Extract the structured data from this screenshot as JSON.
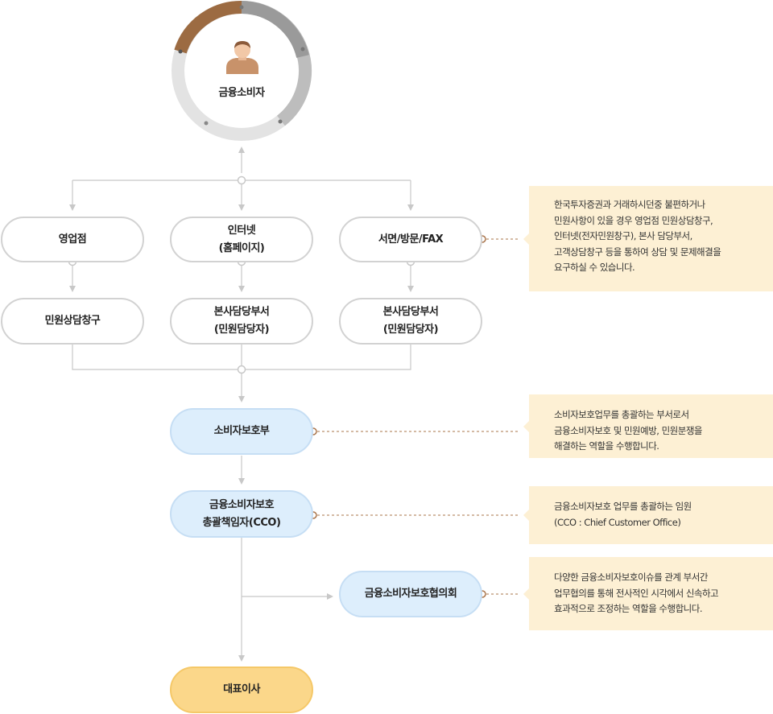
{
  "consumer": {
    "label": "금융소비자"
  },
  "channels": [
    {
      "lines": [
        "영업점"
      ]
    },
    {
      "lines": [
        "인터넷",
        "(홈페이지)"
      ]
    },
    {
      "lines": [
        "서면/방문/FAX"
      ]
    }
  ],
  "handlers": [
    {
      "lines": [
        "민원상담창구"
      ]
    },
    {
      "lines": [
        "본사담당부서",
        "(민원담당자)"
      ]
    },
    {
      "lines": [
        "본사담당부서",
        "(민원담당자)"
      ]
    }
  ],
  "protection_dept": {
    "lines": [
      "소비자보호부"
    ]
  },
  "cco": {
    "lines": [
      "금융소비자보호",
      "총괄책임자(CCO)"
    ]
  },
  "council": {
    "lines": [
      "금융소비자보호협의회"
    ]
  },
  "ceo": {
    "lines": [
      "대표이사"
    ]
  },
  "notes": [
    {
      "lines": [
        "한국투자증권과 거래하시던중 불편하거나",
        "민원사항이 있을 경우 영업점 민원상담창구,",
        "인터넷(전자민원창구), 본사 담당부서,",
        "고객상담창구 등을 통하여 상담 및 문제해결을",
        "요구하실 수 있습니다."
      ]
    },
    {
      "lines": [
        "소비자보호업무를 총괄하는 부서로서",
        "금융소비자보호 및 민원예방, 민원분쟁을",
        "해결하는 역할을 수행합니다."
      ]
    },
    {
      "lines": [
        "금융소비자보호 업무를 총괄하는 임원",
        "(CCO : Chief Customer Office)"
      ]
    },
    {
      "lines": [
        "다양한 금융소비자보호이슈를 관계 부서간",
        "업무협의를 통해 전사적인 시각에서 신속하고",
        "효과적으로 조정하는 역할을 수행합니다."
      ]
    }
  ],
  "colors": {
    "line": "#c8c8c8",
    "connector": "#a9744a",
    "note_bg": "#fdf0d4",
    "blue_fill": "#ddeefc",
    "ceo_fill": "#fbd78a",
    "ring_brown": "#9c6b42",
    "ring_gray": "#bdbdbd"
  }
}
